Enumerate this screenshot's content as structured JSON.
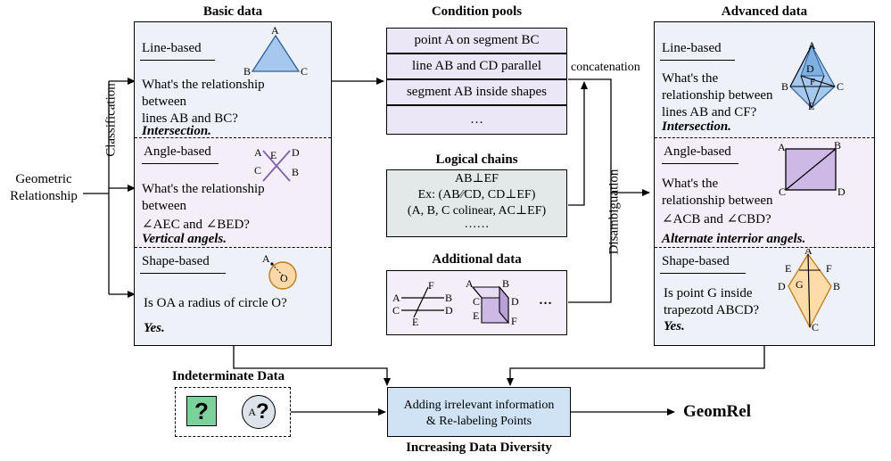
{
  "input": {
    "line1": "Geometric",
    "line2": "Relationship"
  },
  "classification_label": "Classification",
  "basic": {
    "title": "Basic data",
    "line": {
      "tag": "Line-based",
      "question": [
        "What's the relationship",
        "between",
        "lines AB and BC?"
      ],
      "answer": "Intersection.",
      "figure_labels": {
        "a": "A",
        "b": "B",
        "c": "C"
      }
    },
    "angle": {
      "tag": "Angle-based",
      "question": [
        "What's the relationship",
        "between",
        "∠AEC and ∠BED?"
      ],
      "answer": "Vertical angels.",
      "figure_labels": {
        "a": "A",
        "b": "B",
        "c": "C",
        "d": "D",
        "e": "E"
      }
    },
    "shape": {
      "tag": "Shape-based",
      "question": [
        "Is OA a radius of circle O?"
      ],
      "answer": "Yes.",
      "figure_labels": {
        "a": "A",
        "o": "O"
      }
    }
  },
  "pools": {
    "title": "Condition pools",
    "items": [
      "point A on segment BC",
      "line AB and CD parallel",
      "segment AB inside shapes",
      "…"
    ]
  },
  "concat_label": "concatenation",
  "chains": {
    "title": "Logical chains",
    "lines": [
      "AB⊥EF",
      "Ex: (AB∕∕CD, CD⊥EF)",
      "(A, B, C colinear, AC⊥EF)",
      "……"
    ]
  },
  "additional": {
    "title": "Additional data",
    "ellipsis": "…",
    "fig1_labels": {
      "a": "A",
      "b": "B",
      "c": "C",
      "d": "D",
      "e": "E",
      "f": "F"
    },
    "fig2_labels": {
      "a": "A",
      "b": "B",
      "c": "C",
      "d": "D",
      "e": "E",
      "f": "F"
    }
  },
  "disambiguation_label": "Disambiguation",
  "advanced": {
    "title": "Advanced data",
    "line": {
      "tag": "Line-based",
      "question": [
        "What's the",
        "relationship between",
        "lines AB and CF?"
      ],
      "answer": "Intersection.",
      "figure_labels": {
        "a": "A",
        "b": "B",
        "c": "C",
        "d": "D",
        "e": "E",
        "f": "F"
      }
    },
    "angle": {
      "tag": "Angle-based",
      "question": [
        "What's the",
        "relationship between",
        "∠ACB and ∠CBD?"
      ],
      "answer": "Alternate interrior angels.",
      "figure_labels": {
        "a": "A",
        "b": "B",
        "c": "C",
        "d": "D"
      }
    },
    "shape": {
      "tag": "Shape-based",
      "question": [
        "Is point G inside",
        "trapezotd ABCD?"
      ],
      "answer": "Yes.",
      "figure_labels": {
        "a": "A",
        "b": "B",
        "c": "C",
        "d": "D",
        "e": "E",
        "f": "F",
        "g": "G"
      }
    }
  },
  "indeterminate": {
    "title": "Indeterminate Data",
    "q1": "?",
    "q2_prefix": "A",
    "q2": "?"
  },
  "diversity": {
    "box_line1": "Adding irrelevant information",
    "box_line2": "& Re-labeling Points",
    "caption": "Increasing Data Diversity"
  },
  "output": "GeomRel",
  "colors": {
    "panel_bg_blue": "#eef2f8",
    "panel_bg_purple": "#f3eef8",
    "pool_bg": "#ece7f6",
    "chain_bg": "#e3e8e8",
    "diversity_bg": "#cfe3f5",
    "triangle_blue": "#a7c8ee",
    "square_purple": "#cdb8e6",
    "kite_orange": "#fddcaa",
    "circle_orange": "#fbd8a8",
    "question_green": "#7cd29a"
  }
}
